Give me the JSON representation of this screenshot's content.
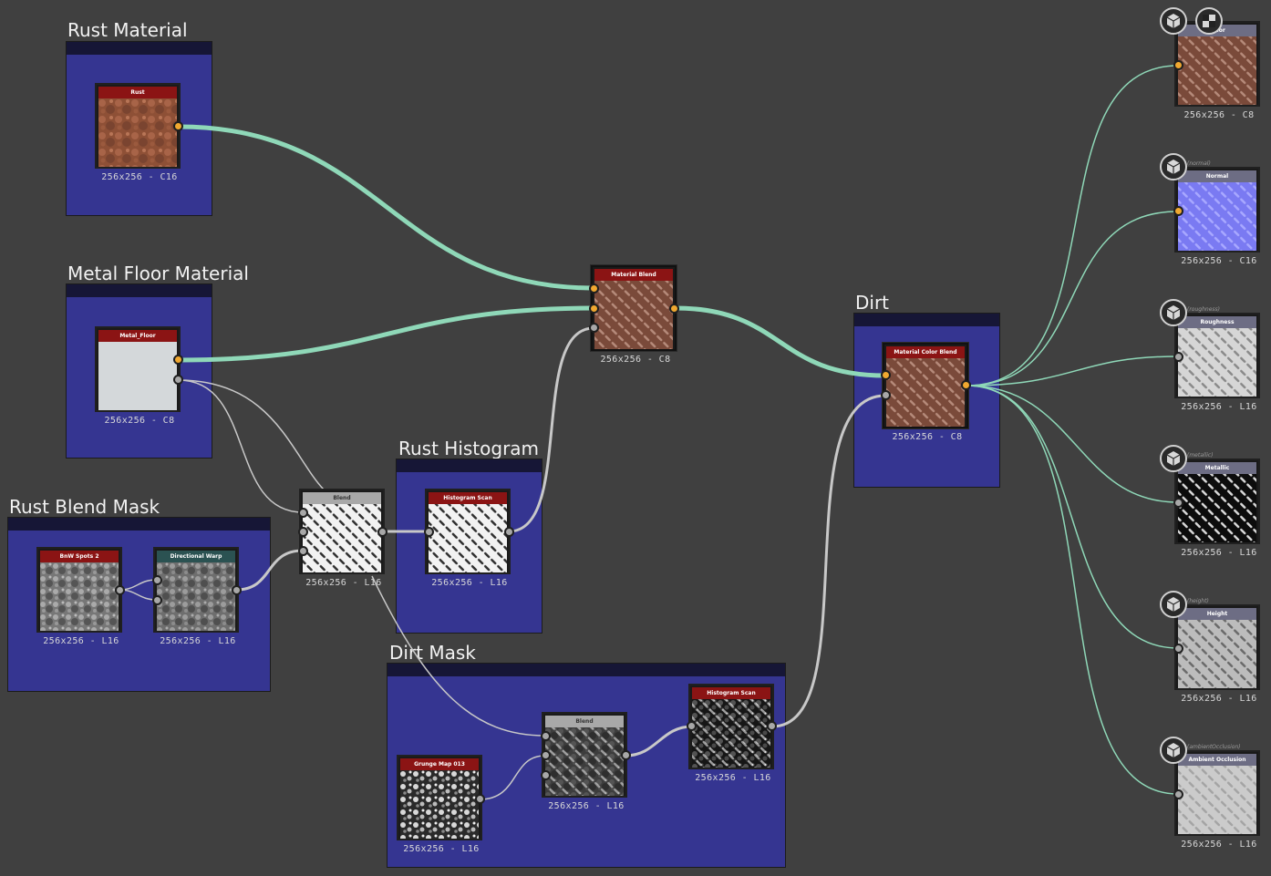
{
  "frames": {
    "rust_material": "Rust Material",
    "metal_floor_material": "Metal Floor Material",
    "rust_blend_mask": "Rust Blend Mask",
    "rust_histogram": "Rust Histogram",
    "dirt_mask": "Dirt Mask",
    "dirt": "Dirt"
  },
  "nodes": {
    "rust": {
      "title": "Rust",
      "label": "256x256 - C16"
    },
    "metal_floor": {
      "title": "Metal_Floor",
      "label": "256x256 - C8"
    },
    "bw_spots": {
      "title": "BnW Spots 2",
      "label": "256x256 - L16"
    },
    "directional_warp": {
      "title": "Directional Warp",
      "label": "256x256 - L16"
    },
    "blend_rust": {
      "title": "Blend",
      "label": "256x256 - L16"
    },
    "histogram_rust": {
      "title": "Histogram Scan",
      "label": "256x256 - L16"
    },
    "material_blend": {
      "title": "Material Blend",
      "label": "256x256 - C8"
    },
    "material_color_blend": {
      "title": "Material Color Blend",
      "label": "256x256 - C8"
    },
    "grunge_map": {
      "title": "Grunge Map 013",
      "label": "256x256 - L16"
    },
    "blend_dirt": {
      "title": "Blend",
      "label": "256x256 - L16"
    },
    "histogram_dirt": {
      "title": "Histogram Scan",
      "label": "256x256 - L16"
    }
  },
  "outputs": [
    {
      "title": "Color",
      "tag": "",
      "label": "256x256 - C8"
    },
    {
      "title": "Normal",
      "tag": "(normal)",
      "label": "256x256 - C16"
    },
    {
      "title": "Roughness",
      "tag": "(roughness)",
      "label": "256x256 - L16"
    },
    {
      "title": "Metallic",
      "tag": "(metallic)",
      "label": "256x256 - L16"
    },
    {
      "title": "Height",
      "tag": "(height)",
      "label": "256x256 - L16"
    },
    {
      "title": "Ambient Occlusion",
      "tag": "(ambientOcclusion)",
      "label": "256x256 - L16"
    }
  ],
  "icons": {
    "output": "cube-icon",
    "color_extra": "checker-icon"
  },
  "colors": {
    "background": "#404040",
    "frame": "#353591",
    "frame_bar": "#161636",
    "title_red": "#8b1414",
    "title_teal": "#2b5252",
    "title_gray": "#a8a8a8",
    "title_output": "#6d6d84",
    "port_color": "#f0a830",
    "port_gray": "#a8a8a8",
    "wire_color": "#8fd8b8",
    "wire_gray": "#b8b8b8"
  }
}
